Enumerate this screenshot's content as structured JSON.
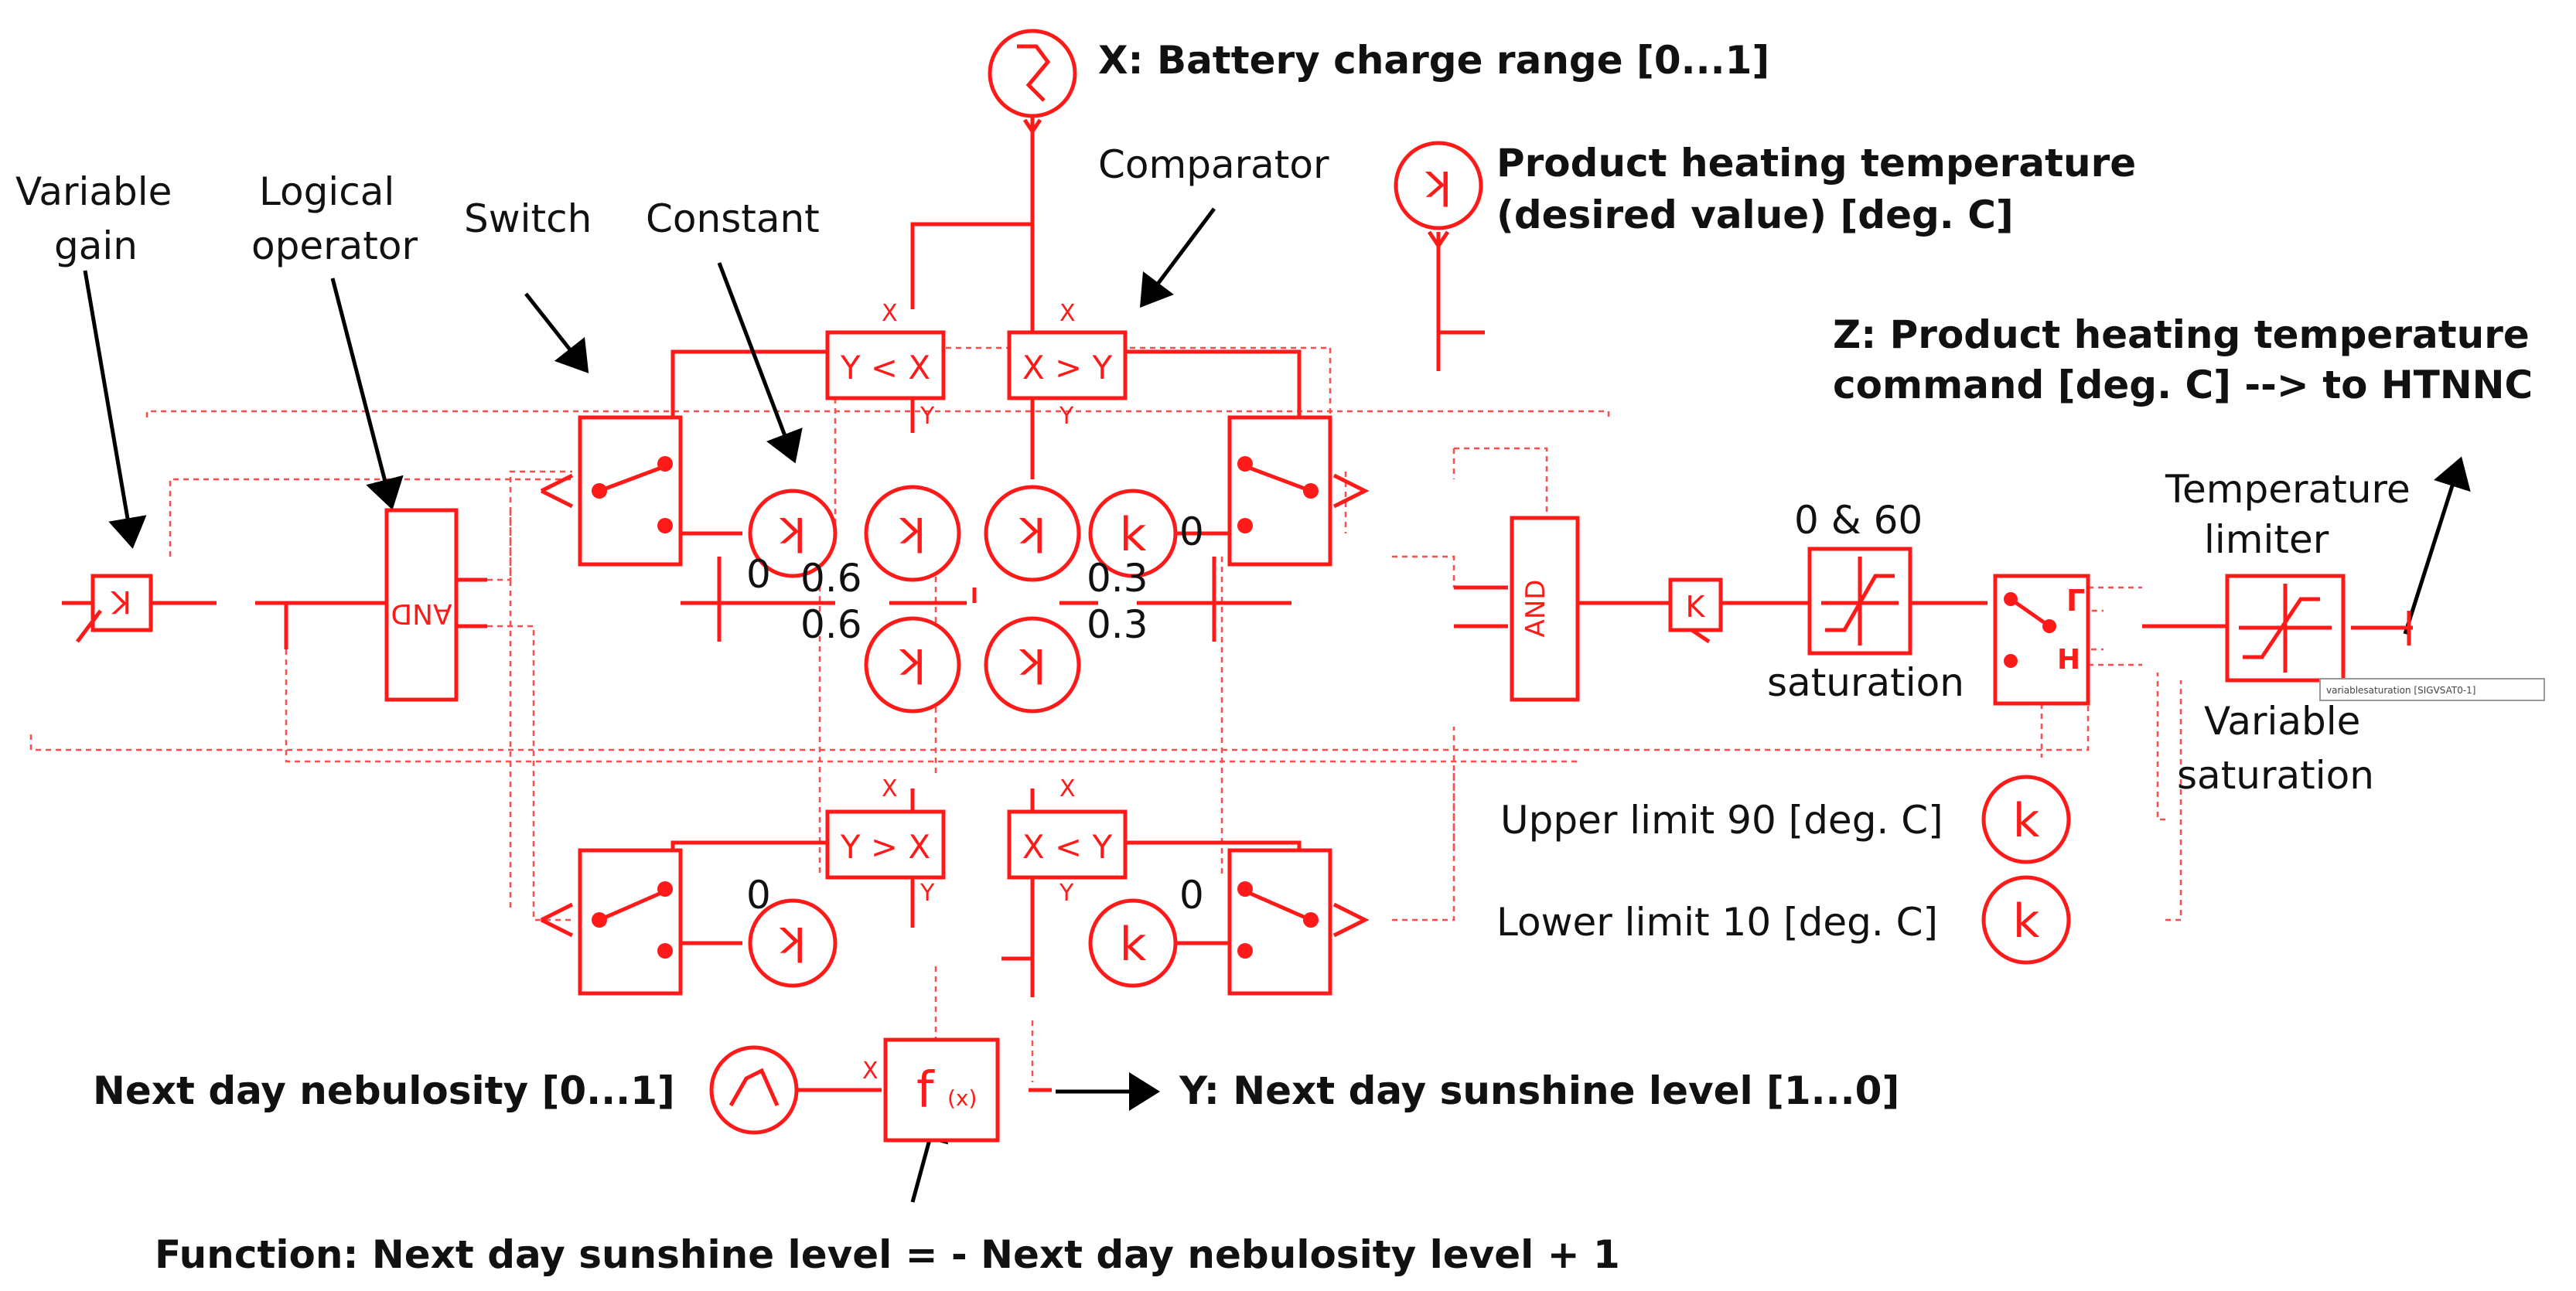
{
  "labels": {
    "variable_gain": [
      "Variable",
      "gain"
    ],
    "logical_operator": [
      "Logical",
      "operator"
    ],
    "switch": "Switch",
    "constant": "Constant",
    "comparator": "Comparator",
    "battery": "X: Battery charge range [0...1]",
    "product_heating": [
      "Product heating temperature",
      "(desired value) [deg. C]"
    ],
    "z_command": [
      "Z: Product heating temperature",
      "command [deg. C] --> to HTNNC"
    ],
    "sat_range": "0 & 60",
    "saturation": "saturation",
    "temp_limiter": [
      "Temperature",
      "limiter"
    ],
    "variable_saturation": [
      "Variable",
      "saturation"
    ],
    "upper_limit": "Upper limit 90 [deg. C]",
    "lower_limit": "Lower limit 10 [deg. C]",
    "nebulosity": "Next day nebulosity [0...1]",
    "sunshine": "Y: Next day sunshine level [1...0]",
    "function_desc": "Function: Next day sunshine level = - Next day nebulosity level  + 1",
    "tooltip": "variablesaturation [SIGVSAT0-1]"
  },
  "values": {
    "zero_tl": "0",
    "zero_tr": "0",
    "zero_bl": "0",
    "zero_br": "0",
    "v06_top": "0.6",
    "v06_bot": "0.6",
    "v03_top": "0.3",
    "v03_bot": "0.3"
  },
  "blocks": {
    "comp_tl": "Y < X",
    "comp_tr": "X > Y",
    "comp_bl": "Y > X",
    "comp_br": "X < Y",
    "and_left": "AND",
    "and_right": "AND",
    "gain": "K",
    "func": "f",
    "func_arg": "(x)",
    "k": "k",
    "port_x": "X",
    "port_y": "Y",
    "switch_top": "Γ",
    "switch_bot": "H"
  }
}
